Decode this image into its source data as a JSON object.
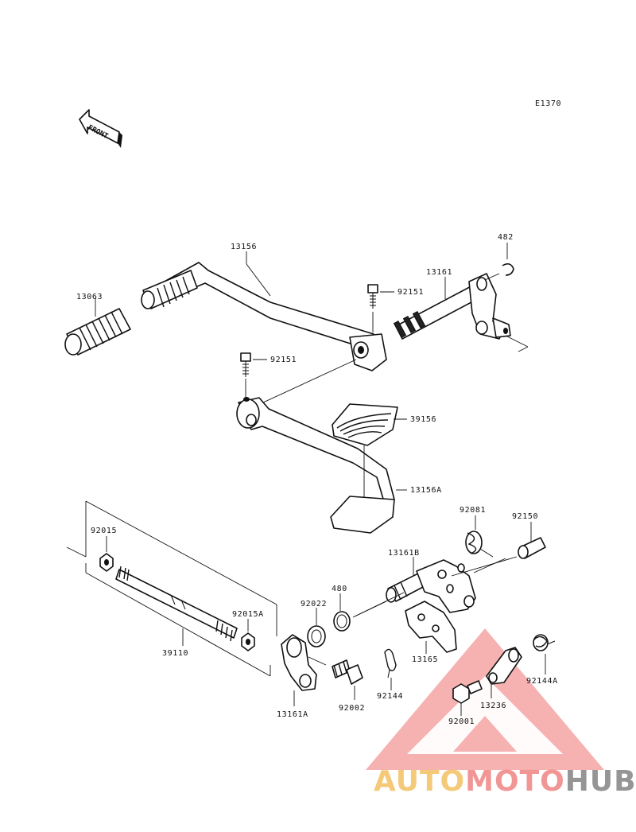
{
  "diagram": {
    "ref_code": "E1370",
    "front_label": "FRONT"
  },
  "parts": {
    "p13156": "13156",
    "p482": "482",
    "p13161": "13161",
    "p92151_a": "92151",
    "p13063": "13063",
    "p92151_b": "92151",
    "p39156": "39156",
    "p13156A": "13156A",
    "p92081": "92081",
    "p92150": "92150",
    "p92015": "92015",
    "p13161B": "13161B",
    "p480": "480",
    "p92022": "92022",
    "p92015A": "92015A",
    "p39110": "39110",
    "p13165": "13165",
    "p92144A": "92144A",
    "p92144": "92144",
    "p13236": "13236",
    "p92002": "92002",
    "p92001": "92001",
    "p13161A": "13161A"
  },
  "watermark": {
    "part1": "AUTO",
    "part2": "MOTO",
    "part3": "HUB",
    "color_primary": "#f08a8a",
    "color_secondary": "#f3c46a",
    "color_tertiary": "#8a8a8a"
  }
}
